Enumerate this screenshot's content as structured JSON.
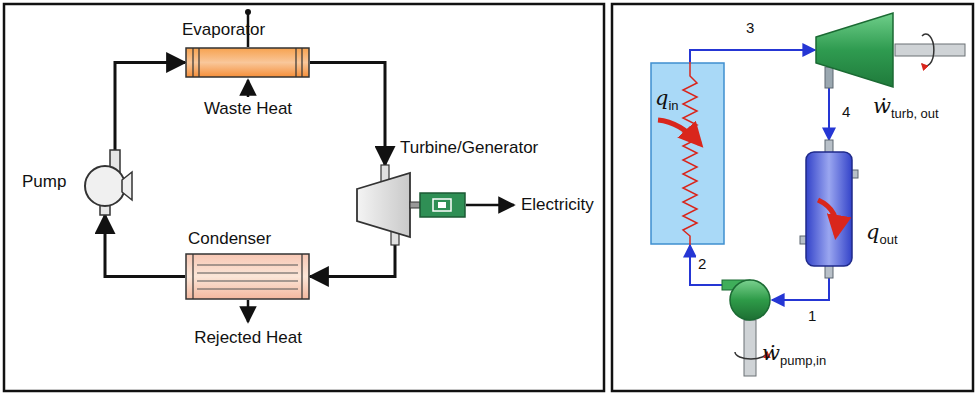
{
  "diagram": {
    "nodes": [
      {
        "text": [
          "Evaporator"
        ]
      },
      {
        "text": [
          "Pump"
        ]
      },
      {
        "text": [
          "Turbine/Generator"
        ]
      },
      {
        "text": [
          "Condenser"
        ]
      },
      {
        "text": [
          "q",
          "in"
        ]
      },
      {
        "text": [
          "ẇ",
          "turb, out"
        ]
      },
      {
        "text": [
          "q",
          "out"
        ]
      },
      {
        "text": [
          "ẇ",
          "pump,in"
        ]
      }
    ],
    "edges": [
      {
        "from": 1,
        "to": 0,
        "arrow": "to"
      },
      {
        "from": 0,
        "to": 2,
        "arrow": "to"
      },
      {
        "from": 2,
        "to": 3,
        "arrow": "to"
      },
      {
        "from": 3,
        "to": 1,
        "arrow": "to"
      },
      {
        "from": 4,
        "to": 5,
        "label": "3",
        "arrow": "to"
      },
      {
        "from": 5,
        "to": 6,
        "label": "4",
        "arrow": "to"
      },
      {
        "from": 6,
        "to": 7,
        "label": "1",
        "arrow": "to"
      },
      {
        "from": 7,
        "to": 4,
        "label": "2",
        "arrow": "to"
      }
    ],
    "labels": [
      "Waste Heat",
      "Electricity",
      "Rejected Heat"
    ]
  }
}
